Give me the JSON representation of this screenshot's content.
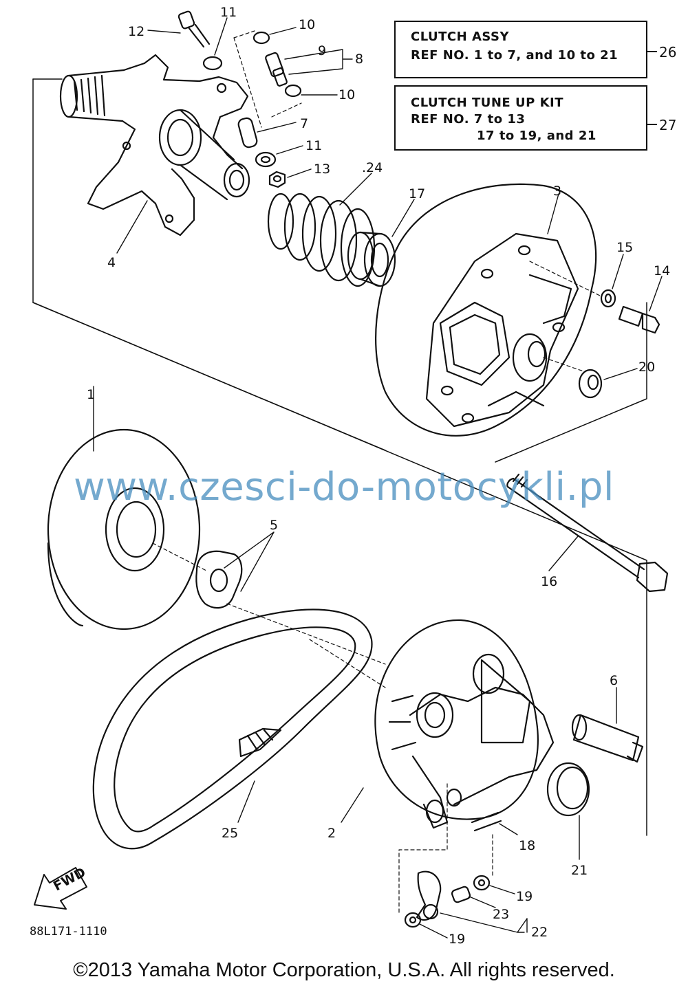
{
  "callouts": {
    "clutch_assy": {
      "line1": "CLUTCH ASSY",
      "line2": "REF NO. 1 to 7, and 10 to 21",
      "ref": "26"
    },
    "tune_up_kit": {
      "line1": "CLUTCH TUNE UP KIT",
      "line2": "REF NO. 7 to 13",
      "line3": "17 to 19, and 21",
      "ref": "27"
    }
  },
  "part_labels": {
    "p1": "1",
    "p2": "2",
    "p3": "3",
    "p4": "4",
    "p5": "5",
    "p6": "6",
    "p7": "7",
    "p8": "8",
    "p9": "9",
    "p10a": "10",
    "p10b": "10",
    "p11a": "11",
    "p11b": "11",
    "p12": "12",
    "p13": "13",
    "p14": "14",
    "p15": "15",
    "p16": "16",
    "p17": "17",
    "p18": "18",
    "p19a": "19",
    "p19b": "19",
    "p20": "20",
    "p21": "21",
    "p22": "22",
    "p23": "23",
    "p24": ".24",
    "p25": "25"
  },
  "fwd_label": "FWD",
  "diagram_code": "88L171-1110",
  "watermark": "www.czesci-do-motocykli.pl",
  "copyright": "©2013 Yamaha Motor Corporation, U.S.A. All rights reserved."
}
